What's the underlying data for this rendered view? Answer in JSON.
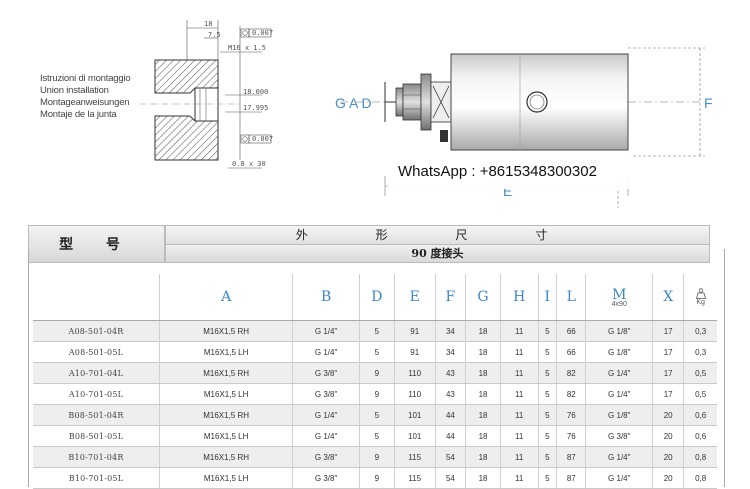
{
  "drawing": {
    "install_notes": [
      "Istruzioni di montaggio",
      "Union installation",
      "Montageanweisungen",
      "Montaje de la junta"
    ],
    "dims": {
      "d18": "18",
      "d7_5": "7.5",
      "thread": "M16 x 1.5",
      "tol1": "0.007",
      "d18_000": "18.000",
      "d17_995": "17.995",
      "tol2": "0.007",
      "chamfer": "0.8 x 30"
    },
    "labels": {
      "gad": "G A D",
      "f": "F",
      "e": "E"
    }
  },
  "watermark": {
    "text": "WhatsApp : +8615348300302"
  },
  "table": {
    "model_label": "型    号",
    "dimension_label": "外   形   尺   寸",
    "joint_label": "90 度接头",
    "columns": [
      "A",
      "B",
      "D",
      "E",
      "F",
      "G",
      "H",
      "I",
      "L",
      "M",
      "X"
    ],
    "m_sub": "4x90",
    "weight_unit": "Kg",
    "rows": [
      {
        "model": "A08-501-04R",
        "a": "M16X1,5 RH",
        "b": "G 1/4\"",
        "d": "5",
        "e": "91",
        "f": "34",
        "g": "18",
        "h": "11",
        "i": "5",
        "l": "66",
        "m": "G 1/8\"",
        "x": "17",
        "kg": "0,3"
      },
      {
        "model": "A08-501-05L",
        "a": "M16X1,5 LH",
        "b": "G 1/4\"",
        "d": "5",
        "e": "91",
        "f": "34",
        "g": "18",
        "h": "11",
        "i": "5",
        "l": "66",
        "m": "G 1/8\"",
        "x": "17",
        "kg": "0,3"
      },
      {
        "model": "A10-701-04L",
        "a": "M16X1,5 RH",
        "b": "G 3/8\"",
        "d": "9",
        "e": "110",
        "f": "43",
        "g": "18",
        "h": "11",
        "i": "5",
        "l": "82",
        "m": "G 1/4\"",
        "x": "17",
        "kg": "0,5"
      },
      {
        "model": "A10-701-05L",
        "a": "M16X1,5 LH",
        "b": "G 3/8\"",
        "d": "9",
        "e": "110",
        "f": "43",
        "g": "18",
        "h": "11",
        "i": "5",
        "l": "82",
        "m": "G 1/4\"",
        "x": "17",
        "kg": "0,5"
      },
      {
        "model": "B08-501-04R",
        "a": "M16X1,5 RH",
        "b": "G 1/4\"",
        "d": "5",
        "e": "101",
        "f": "44",
        "g": "18",
        "h": "11",
        "i": "5",
        "l": "76",
        "m": "G 1/8\"",
        "x": "20",
        "kg": "0,6"
      },
      {
        "model": "B08-501-05L",
        "a": "M16X1,5 LH",
        "b": "G 1/4\"",
        "d": "5",
        "e": "101",
        "f": "44",
        "g": "18",
        "h": "11",
        "i": "5",
        "l": "76",
        "m": "G 3/8\"",
        "x": "20",
        "kg": "0,6"
      },
      {
        "model": "B10-701-04R",
        "a": "M16X1,5 RH",
        "b": "G 3/8\"",
        "d": "9",
        "e": "115",
        "f": "54",
        "g": "18",
        "h": "11",
        "i": "5",
        "l": "87",
        "m": "G 1/4\"",
        "x": "20",
        "kg": "0,8"
      },
      {
        "model": "B10-701-05L",
        "a": "M16X1,5 LH",
        "b": "G 3/8\"",
        "d": "9",
        "e": "115",
        "f": "54",
        "g": "18",
        "h": "11",
        "i": "5",
        "l": "87",
        "m": "G 1/4\"",
        "x": "20",
        "kg": "0,8"
      }
    ]
  }
}
